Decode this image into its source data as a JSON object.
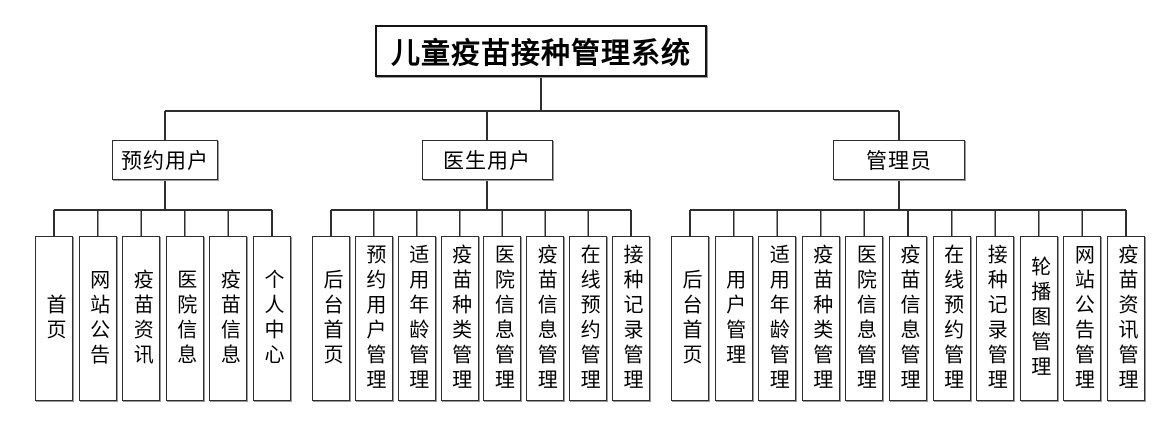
{
  "diagram": {
    "title": "儿童疫苗接种管理系统",
    "branches": [
      {
        "label": "预约用户",
        "children": [
          "首页",
          "网站公告",
          "疫苗资讯",
          "医院信息",
          "疫苗信息",
          "个人中心"
        ]
      },
      {
        "label": "医生用户",
        "children": [
          "后台首页",
          "预约用户管理",
          "适用年龄管理",
          "疫苗种类管理",
          "医院信息管理",
          "疫苗信息管理",
          "在线预约管理",
          "接种记录管理"
        ]
      },
      {
        "label": "管理员",
        "children": [
          "后台首页",
          "用户管理",
          "适用年龄管理",
          "疫苗种类管理",
          "医院信息管理",
          "疫苗信息管理",
          "在线预约管理",
          "接种记录管理",
          "轮播图管理",
          "网站公告管理",
          "疫苗资讯管理"
        ]
      }
    ],
    "colors": {
      "line": "#2e2e2e",
      "box_border": "#2e2e2e",
      "text": "#000000",
      "background": "#ffffff"
    }
  }
}
